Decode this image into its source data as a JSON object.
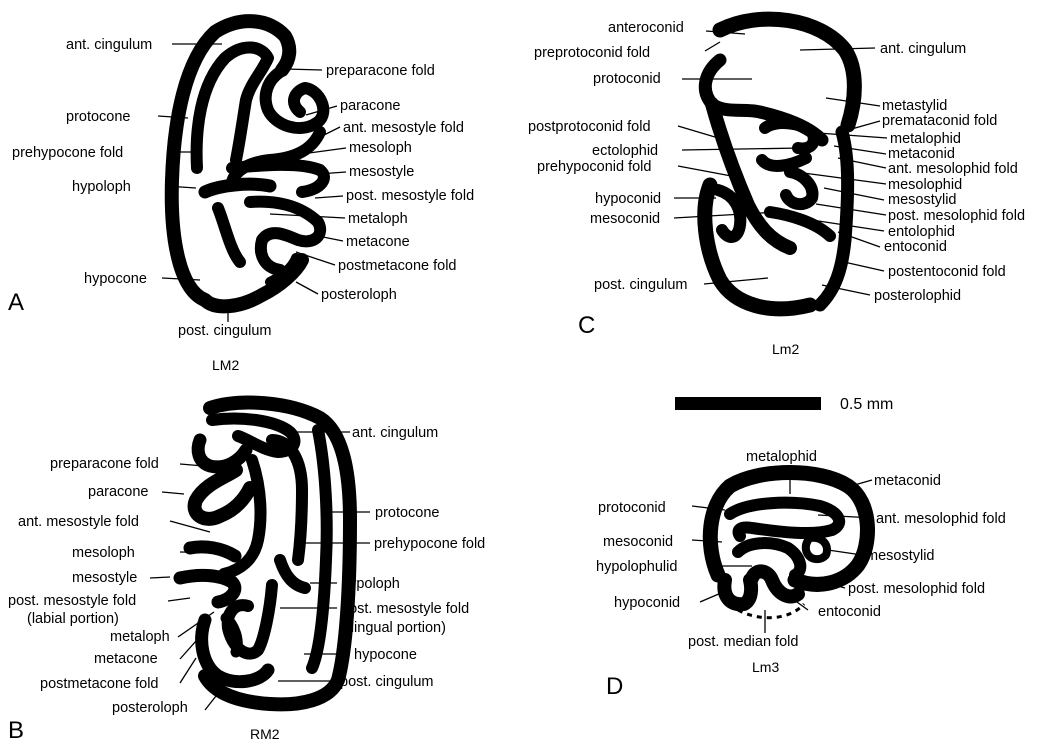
{
  "figure": {
    "scale_bar": {
      "label": "0.5 mm"
    },
    "panels": [
      {
        "id": "A",
        "caption": "LM2",
        "labels": [
          "ant. cingulum",
          "preparacone fold",
          "protocone",
          "paracone",
          "ant. mesostyle fold",
          "prehypocone fold",
          "mesoloph",
          "mesostyle",
          "hypoloph",
          "post. mesostyle fold",
          "metaloph",
          "metacone",
          "postmetacone fold",
          "hypocone",
          "posteroloph",
          "post. cingulum"
        ]
      },
      {
        "id": "B",
        "caption": "RM2",
        "labels": [
          "ant. cingulum",
          "preparacone fold",
          "paracone",
          "protocone",
          "ant. mesostyle fold",
          "prehypocone fold",
          "mesoloph",
          "hypoloph",
          "mesostyle",
          "post. mesostyle fold",
          "(labial portion)",
          "post. mesostyle fold",
          "(lingual portion)",
          "metaloph",
          "metacone",
          "hypocone",
          "postmetacone fold",
          "post. cingulum",
          "posteroloph"
        ]
      },
      {
        "id": "C",
        "caption": "Lm2",
        "labels": [
          "anteroconid",
          "preprotoconid fold",
          "ant. cingulum",
          "protoconid",
          "metastylid",
          "premataconid fold",
          "postprotoconid fold",
          "metalophid",
          "ectolophid",
          "metaconid",
          "prehypoconid fold",
          "ant. mesolophid fold",
          "mesolophid",
          "hypoconid",
          "mesostylid",
          "post. mesolophid fold",
          "mesoconid",
          "entolophid",
          "entoconid",
          "postentoconid fold",
          "post. cingulum",
          "posterolophid"
        ]
      },
      {
        "id": "D",
        "caption": "Lm3",
        "labels": [
          "metalophid",
          "metaconid",
          "protoconid",
          "ant. mesolophid fold",
          "mesoconid",
          "mesostylid",
          "hypolophulid",
          "post. mesolophid fold",
          "hypoconid",
          "entoconid",
          "post. median fold"
        ]
      }
    ]
  }
}
